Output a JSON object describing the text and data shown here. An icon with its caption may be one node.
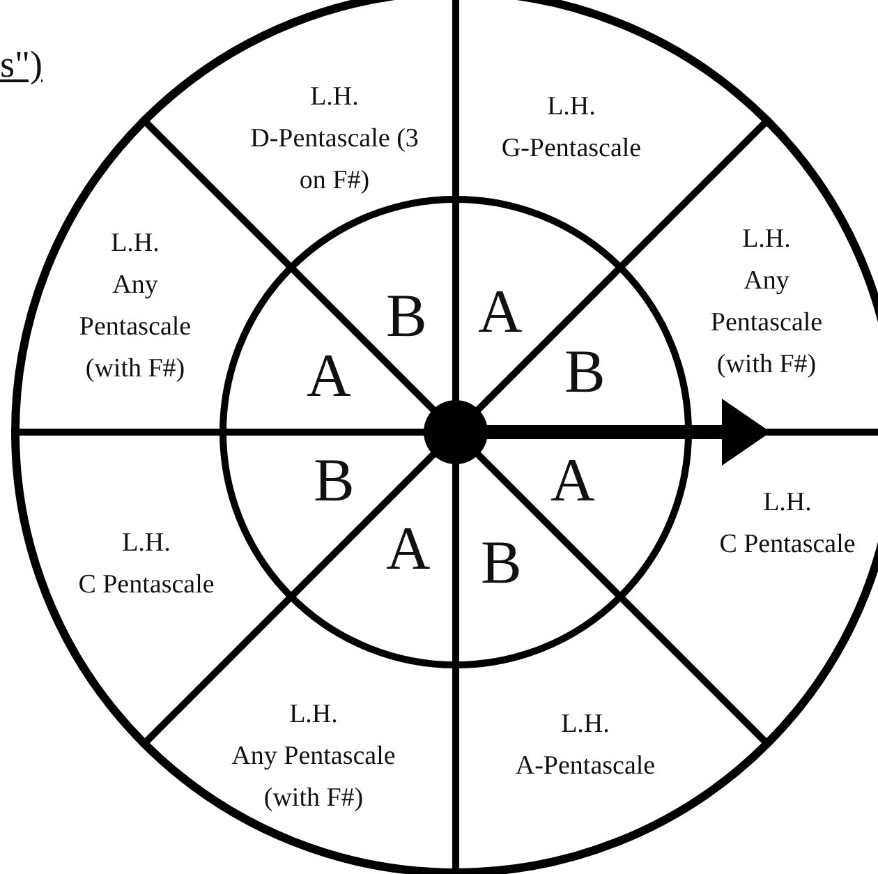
{
  "diagram": {
    "nodes": [
      {
        "text": [
          "L.H.",
          "D-Pentascale (3 on F#)"
        ]
      },
      {
        "text": [
          "L.H.",
          "G-Pentascale"
        ]
      },
      {
        "text": [
          "L.H.",
          "Any Pentascale (with F#)"
        ]
      },
      {
        "text": [
          "L.H.",
          "Any Pentascale (with F#)"
        ]
      },
      {
        "text": [
          "L.H.",
          "C Pentascale"
        ]
      },
      {
        "text": [
          "L.H.",
          "C Pentascale"
        ]
      },
      {
        "text": [
          "L.H.",
          "Any Pentascale (with F#)"
        ]
      },
      {
        "text": [
          "L.H.",
          "A-Pentascale"
        ]
      }
    ],
    "labels": [
      "s\")",
      "B",
      "A",
      "A",
      "B",
      "B",
      "A",
      "A",
      "B"
    ]
  }
}
